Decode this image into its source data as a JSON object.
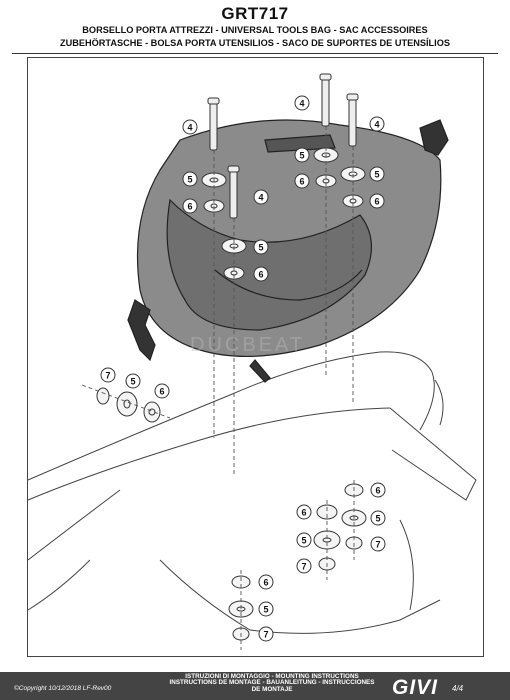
{
  "header": {
    "code": "GRT717",
    "line1": "BORSELLO PORTA ATTREZZI - UNIVERSAL TOOLS BAG - SAC ACCESSOIRES",
    "line2": "ZUBEHÖRTASCHE - BOLSA PORTA UTENSILIOS - SACO DE SUPORTES DE UTENSÍLIOS"
  },
  "watermark": "DUCBEAT",
  "callouts": [
    "4",
    "5",
    "6",
    "7"
  ],
  "footer": {
    "copyright": "©Copyright 10/12/2018 LF-Rev00",
    "instructions": [
      "ISTRUZIONI DI MONTAGGIO - MOUNTING INSTRUCTIONS",
      "INSTRUCTIONS DE MONTAGE - BAUANLEITUNG - INSTRUCCIONES",
      "DE MONTAJE"
    ],
    "brand": "GIVI",
    "page": "4/4"
  }
}
